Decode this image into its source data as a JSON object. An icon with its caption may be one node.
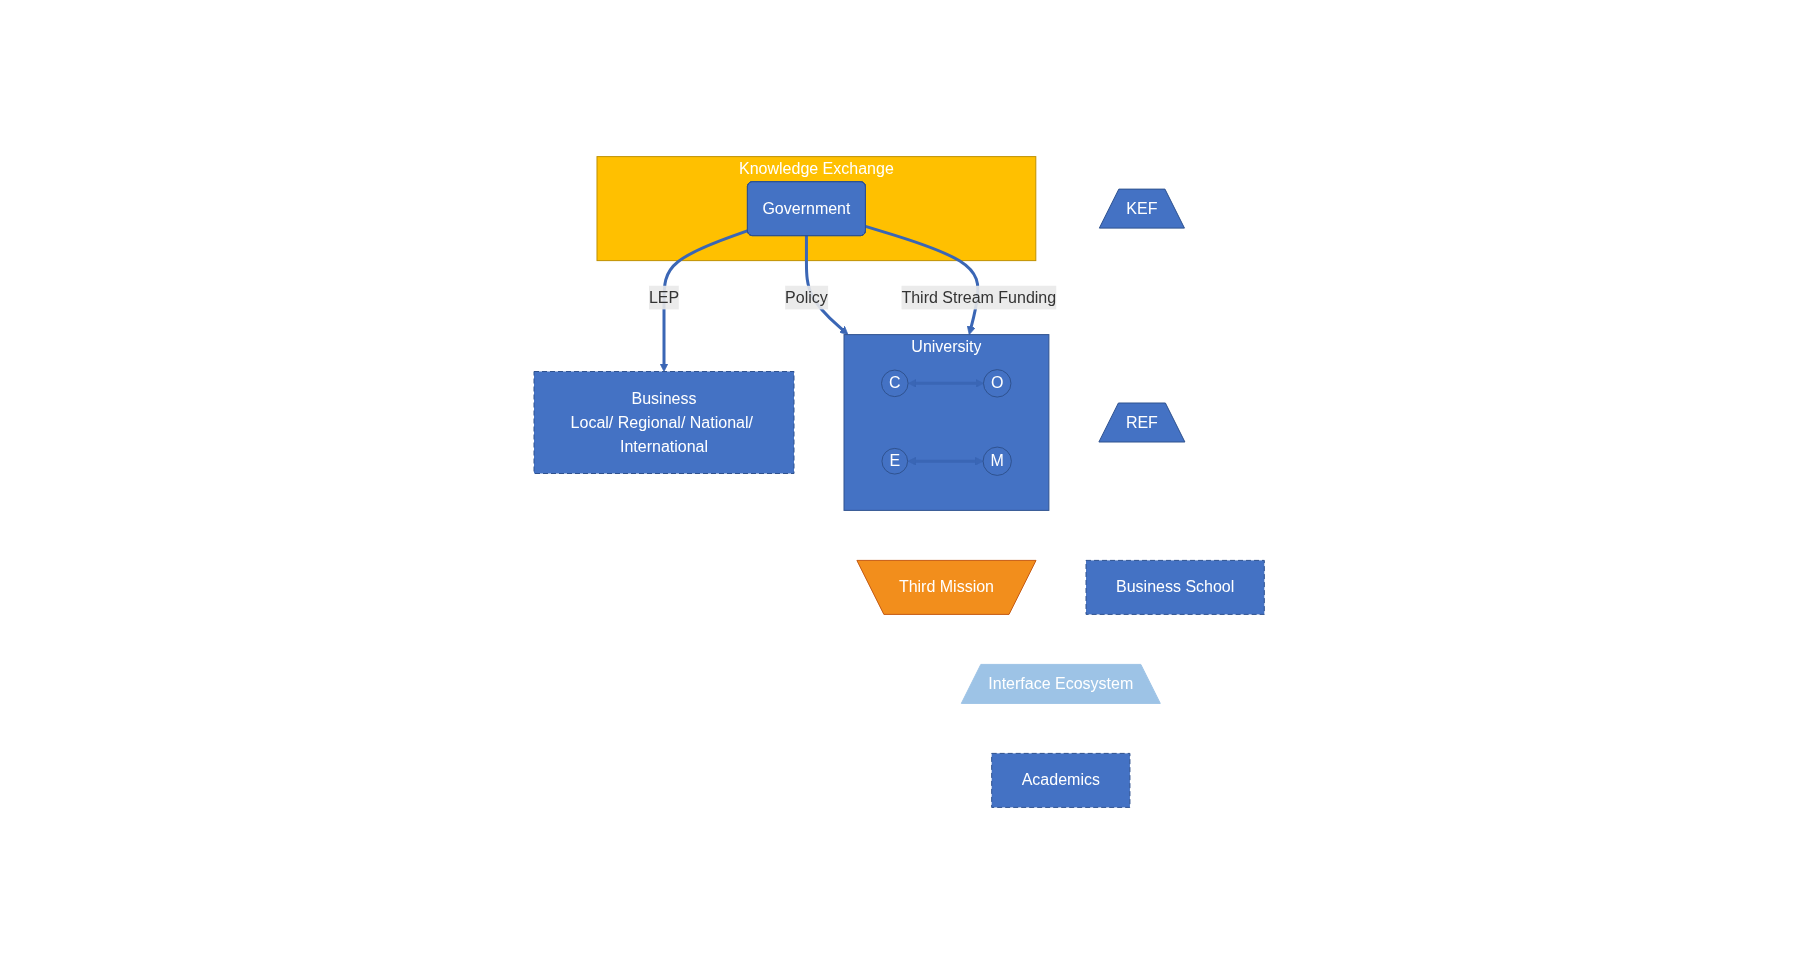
{
  "diagram": {
    "nodes": [
      {
        "text": [
          "Knowledge Exchange"
        ]
      },
      {
        "text": [
          "Government"
        ],
        "in": 0
      },
      {
        "text": [
          "KEF"
        ]
      },
      {
        "text": [
          "REF"
        ]
      },
      {
        "text": [
          "University"
        ]
      },
      {
        "text": [
          "C"
        ],
        "in": 4
      },
      {
        "text": [
          "O"
        ],
        "in": 4
      },
      {
        "text": [
          "E"
        ],
        "in": 4
      },
      {
        "text": [
          "M"
        ],
        "in": 4
      },
      {
        "text": [
          "Third Mission"
        ]
      },
      {
        "text": [
          "Business School"
        ]
      },
      {
        "text": [
          "Academics"
        ]
      },
      {
        "text": [
          "Interface Ecosystem"
        ]
      },
      {
        "text": [
          "Business",
          "Local/ Regional/ National/ International"
        ]
      }
    ],
    "edges": [
      {
        "from": 1,
        "to": 4,
        "arrow": "to",
        "label": "Policy"
      },
      {
        "from": 1,
        "to": 4,
        "arrow": "to",
        "label": "Third Stream Funding"
      },
      {
        "from": 1,
        "to": 13,
        "arrow": "to",
        "label": "LEP"
      },
      {
        "from": 5,
        "to": 6,
        "arrow": "both"
      },
      {
        "from": 7,
        "to": 8,
        "arrow": "both"
      }
    ]
  }
}
